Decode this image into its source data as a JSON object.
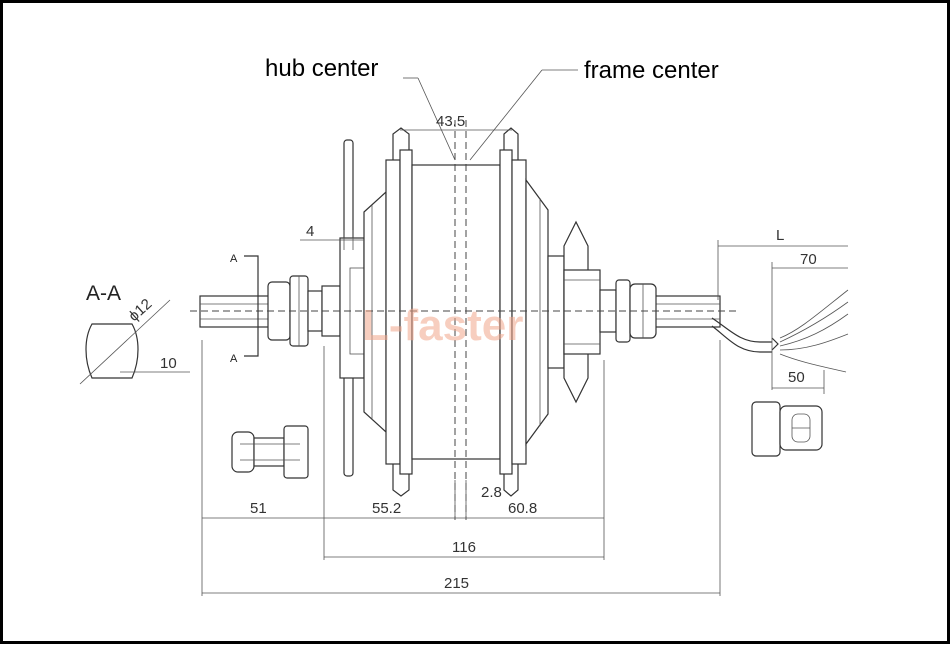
{
  "labels": {
    "hub_center": "hub center",
    "frame_center": "frame center",
    "section": "A-A",
    "section_mark_top": "A",
    "section_mark_bottom": "A",
    "watermark": "L-faster"
  },
  "dimensions": {
    "d_43_5": "43.5",
    "d_4": "4",
    "d_L": "L",
    "d_70": "70",
    "d_50": "50",
    "d_phi12": "ϕ12",
    "d_10": "10",
    "d_51": "51",
    "d_55_2": "55.2",
    "d_2_8": "2.8",
    "d_60_8": "60.8",
    "d_116": "116",
    "d_215": "215"
  }
}
